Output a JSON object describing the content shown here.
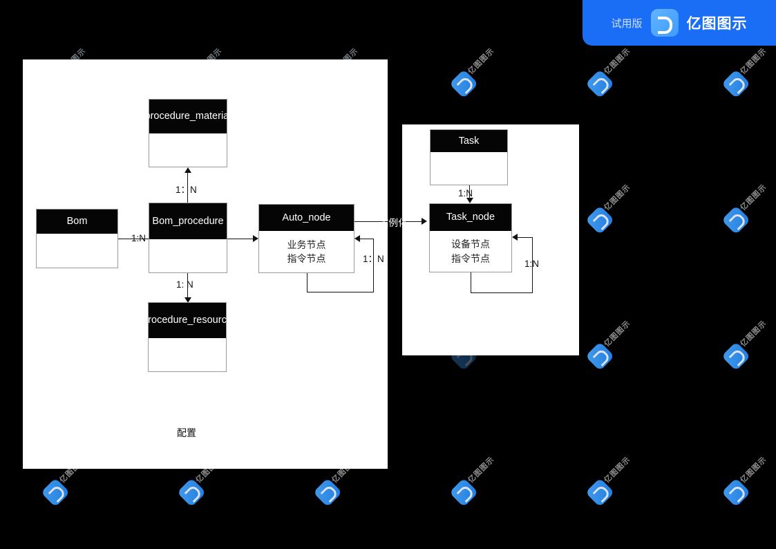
{
  "banner": {
    "trial_label": "试用版",
    "brand_name": "亿图图示",
    "logo_icon": "edraw-logo-icon",
    "accent_color": "#1a6ef5"
  },
  "watermark": {
    "text": "亿图图示",
    "logo_icon": "edraw-watermark-icon"
  },
  "canvas": {
    "background_color": "#000000",
    "panel_color": "#ffffff"
  },
  "diagram": {
    "left_panel": {
      "caption": "配置",
      "entities": [
        {
          "id": "bom",
          "title": "Bom",
          "body": []
        },
        {
          "id": "bom_procedure",
          "title": "Bom_procedure",
          "body": []
        },
        {
          "id": "procedure_material",
          "title": "procedure_material",
          "body": []
        },
        {
          "id": "procedure_resource",
          "title": "procedure_resource",
          "body": []
        },
        {
          "id": "auto_node",
          "title": "Auto_node",
          "body": [
            "业务节点",
            "指令节点"
          ]
        }
      ],
      "edges": [
        {
          "from": "bom",
          "to": "bom_procedure",
          "label": "1:N"
        },
        {
          "from": "bom_procedure",
          "to": "procedure_material",
          "label": "1：N"
        },
        {
          "from": "bom_procedure",
          "to": "procedure_resource",
          "label": "1: N"
        },
        {
          "from": "bom_procedure",
          "to": "auto_node",
          "label": ""
        },
        {
          "from": "auto_node",
          "to": "auto_node",
          "label": "1：N"
        }
      ]
    },
    "right_panel": {
      "entities": [
        {
          "id": "task",
          "title": "Task",
          "body": []
        },
        {
          "id": "task_node",
          "title": "Task_node",
          "body": [
            "设备节点",
            "指令节点"
          ]
        }
      ],
      "edges": [
        {
          "from": "task",
          "to": "task_node",
          "label": "1:N"
        },
        {
          "from": "task_node",
          "to": "task_node",
          "label": "1:N"
        }
      ]
    },
    "cross_panel_edge": {
      "from": "auto_node",
      "to": "task_node",
      "label": "实例化"
    }
  }
}
